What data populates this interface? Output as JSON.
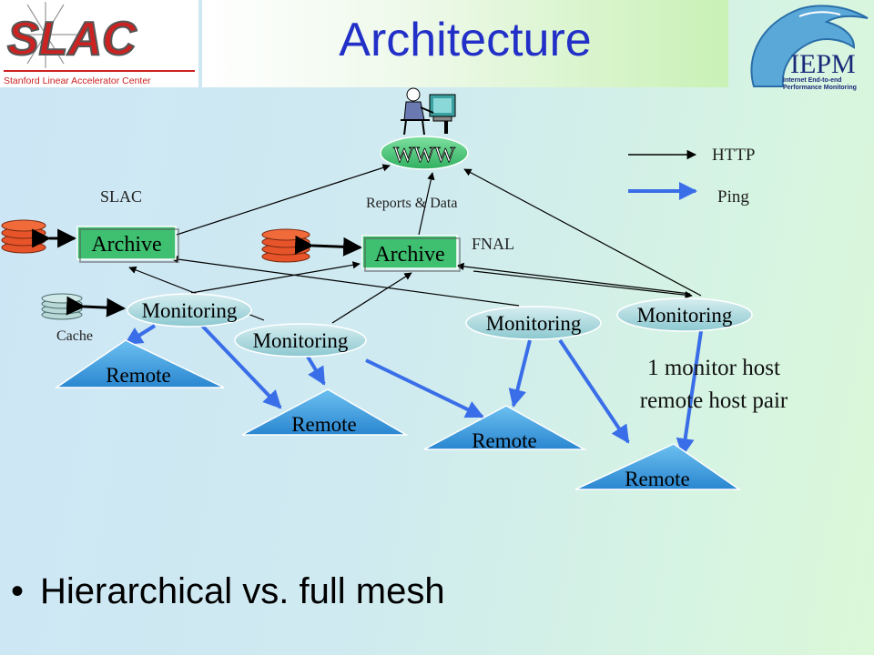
{
  "slide": {
    "title": "Architecture",
    "bullet": "Hierarchical vs. full mesh"
  },
  "logos": {
    "slac": {
      "name": "SLAC",
      "subtitle": "Stanford Linear Accelerator Center"
    },
    "iepm": {
      "name": "IEPM",
      "subtitle_line1": "Internet End-to-end",
      "subtitle_line2": "Performance Monitoring"
    }
  },
  "diagram": {
    "www": "WWW",
    "archive_slac": "Archive",
    "archive_fnal": "Archive",
    "site_slac": "SLAC",
    "site_fnal": "FNAL",
    "reports": "Reports & Data",
    "cache": "Cache",
    "monitors": [
      "Monitoring",
      "Monitoring",
      "Monitoring",
      "Monitoring"
    ],
    "remotes": [
      "Remote",
      "Remote",
      "Remote",
      "Remote"
    ],
    "note_line1": "1 monitor host",
    "note_line2": "remote host pair"
  },
  "legend": {
    "http": "HTTP",
    "ping": "Ping"
  },
  "colors": {
    "title": "#2230c8",
    "archive": "#3ec070",
    "monitoring": "#a8d8dc",
    "remote": "#3a9ad8",
    "www": "#40c070",
    "ping_arrow": "#3a6ee8",
    "http_arrow": "#000000",
    "disk": "#e8542a"
  }
}
